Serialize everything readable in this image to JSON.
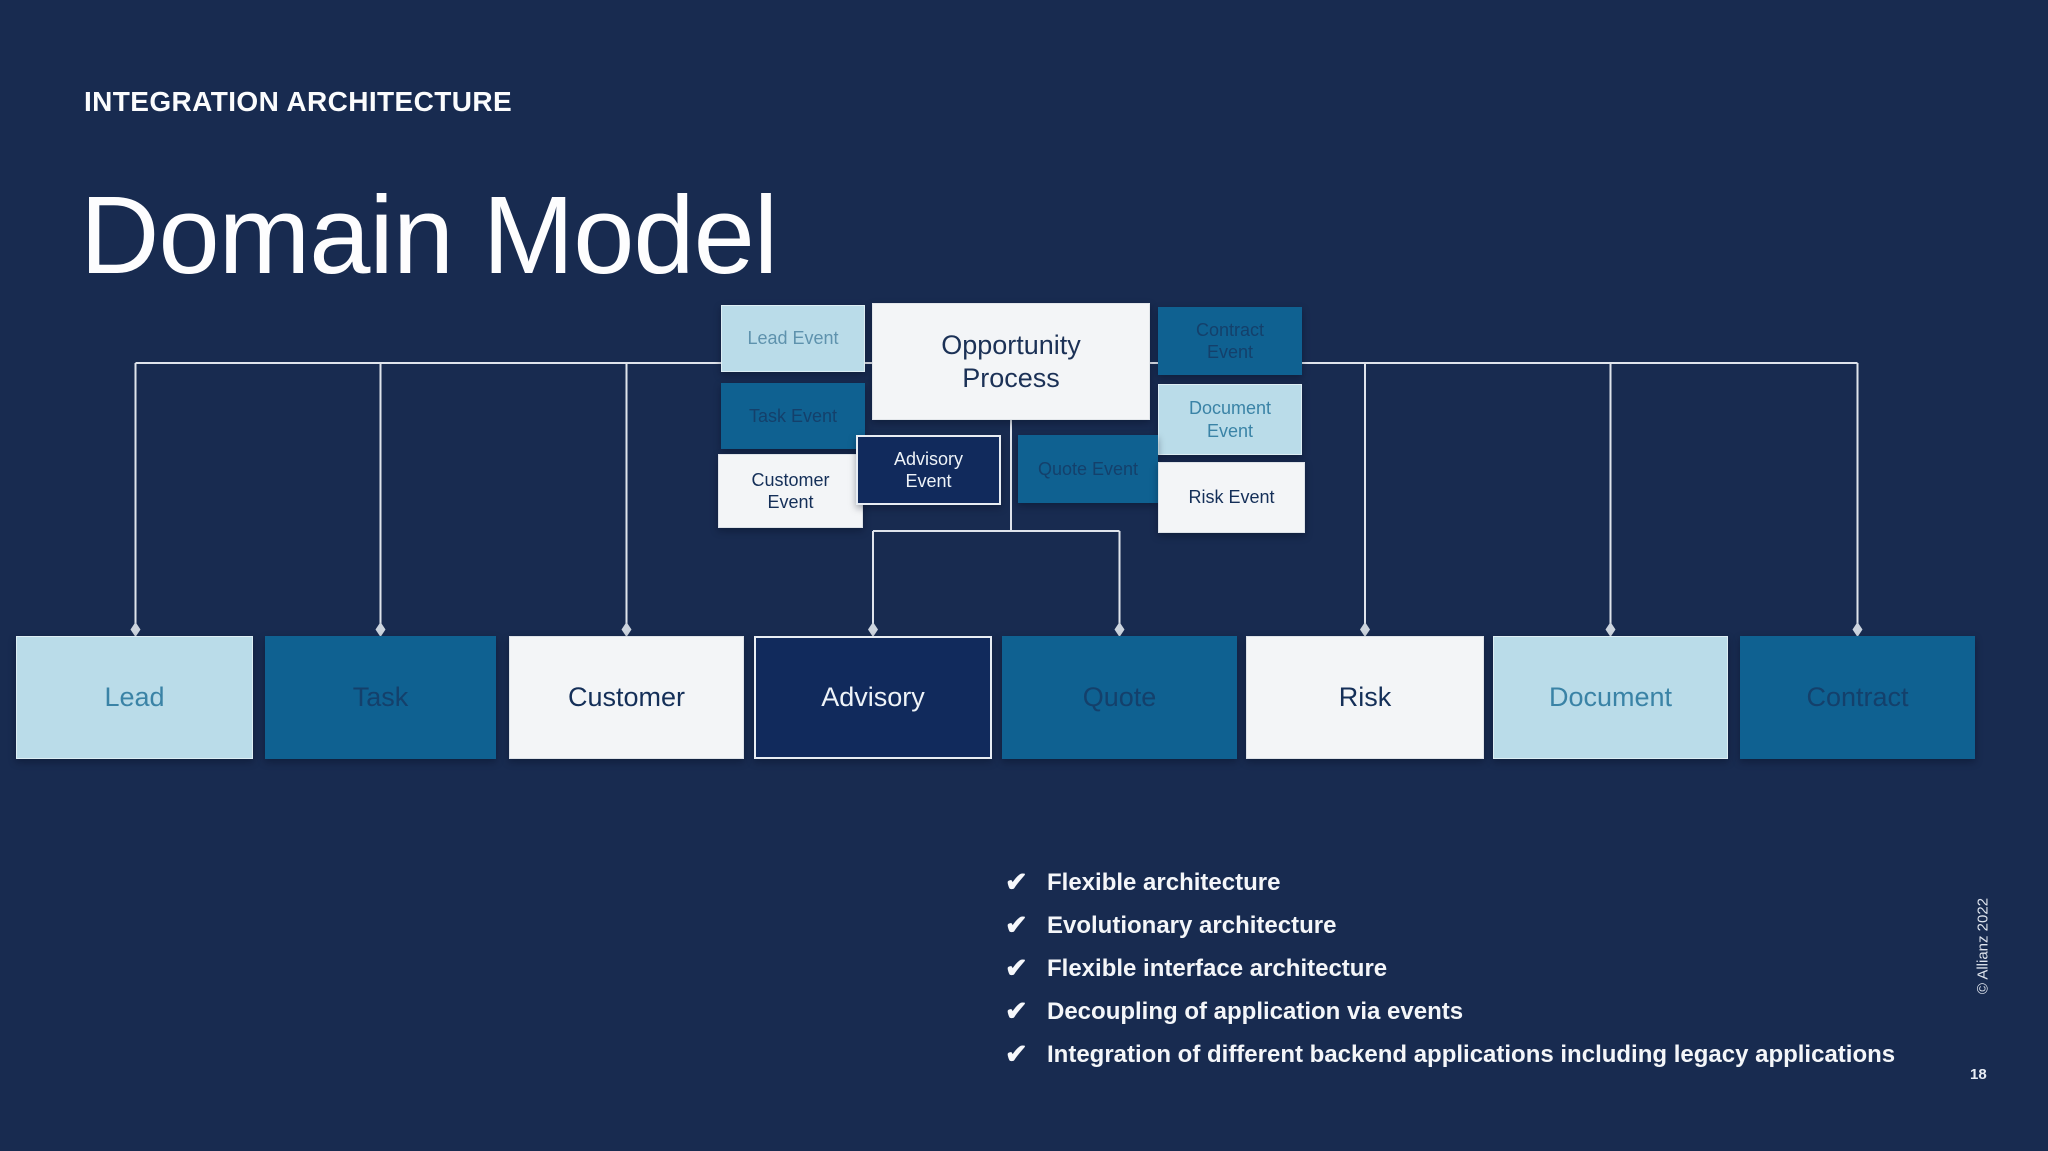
{
  "slide": {
    "eyebrow": "INTEGRATION ARCHITECTURE",
    "title": "Domain Model",
    "copyright": "© Allianz 2022",
    "page_number": "18"
  },
  "palette": {
    "background": "#182b50",
    "light_fill": "#badce9",
    "light_text": "#3a83a6",
    "medium_fill": "#0f6191",
    "medium_text": "#14406b",
    "white_fill": "#f3f5f7",
    "white_text": "#142f58",
    "dark_fill": "#112a5c",
    "dark_text": "#eef3f8",
    "connector_line": "#dfe4ec",
    "diamond": "#ccd4de"
  },
  "diagram": {
    "process_box": {
      "label": "Opportunity Process",
      "line1": "Opportunity",
      "line2": "Process"
    },
    "event_boxes": [
      {
        "id": "lead-event",
        "label": "Lead Event",
        "variant": "light"
      },
      {
        "id": "task-event",
        "label": "Task Event",
        "variant": "medium"
      },
      {
        "id": "customer-event",
        "label": "Customer Event",
        "variant": "white"
      },
      {
        "id": "advisory-event",
        "label": "Advisory Event",
        "variant": "dark"
      },
      {
        "id": "quote-event",
        "label": "Quote Event",
        "variant": "medium"
      },
      {
        "id": "contract-event",
        "label": "Contract Event",
        "variant": "medium"
      },
      {
        "id": "document-event",
        "label": "Document Event",
        "variant": "light"
      },
      {
        "id": "risk-event",
        "label": "Risk Event",
        "variant": "white"
      }
    ],
    "domain_boxes": [
      {
        "id": "lead",
        "label": "Lead",
        "variant": "light"
      },
      {
        "id": "task",
        "label": "Task",
        "variant": "medium"
      },
      {
        "id": "customer",
        "label": "Customer",
        "variant": "white"
      },
      {
        "id": "advisory",
        "label": "Advisory",
        "variant": "dark"
      },
      {
        "id": "quote",
        "label": "Quote",
        "variant": "medium"
      },
      {
        "id": "risk",
        "label": "Risk",
        "variant": "white"
      },
      {
        "id": "document",
        "label": "Document",
        "variant": "light"
      },
      {
        "id": "contract",
        "label": "Contract",
        "variant": "medium"
      }
    ]
  },
  "checklist": {
    "check_icon": "✔",
    "items": [
      "Flexible architecture",
      "Evolutionary architecture",
      "Flexible interface architecture",
      "Decoupling of application via events",
      "Integration of different backend applications including legacy applications"
    ]
  }
}
